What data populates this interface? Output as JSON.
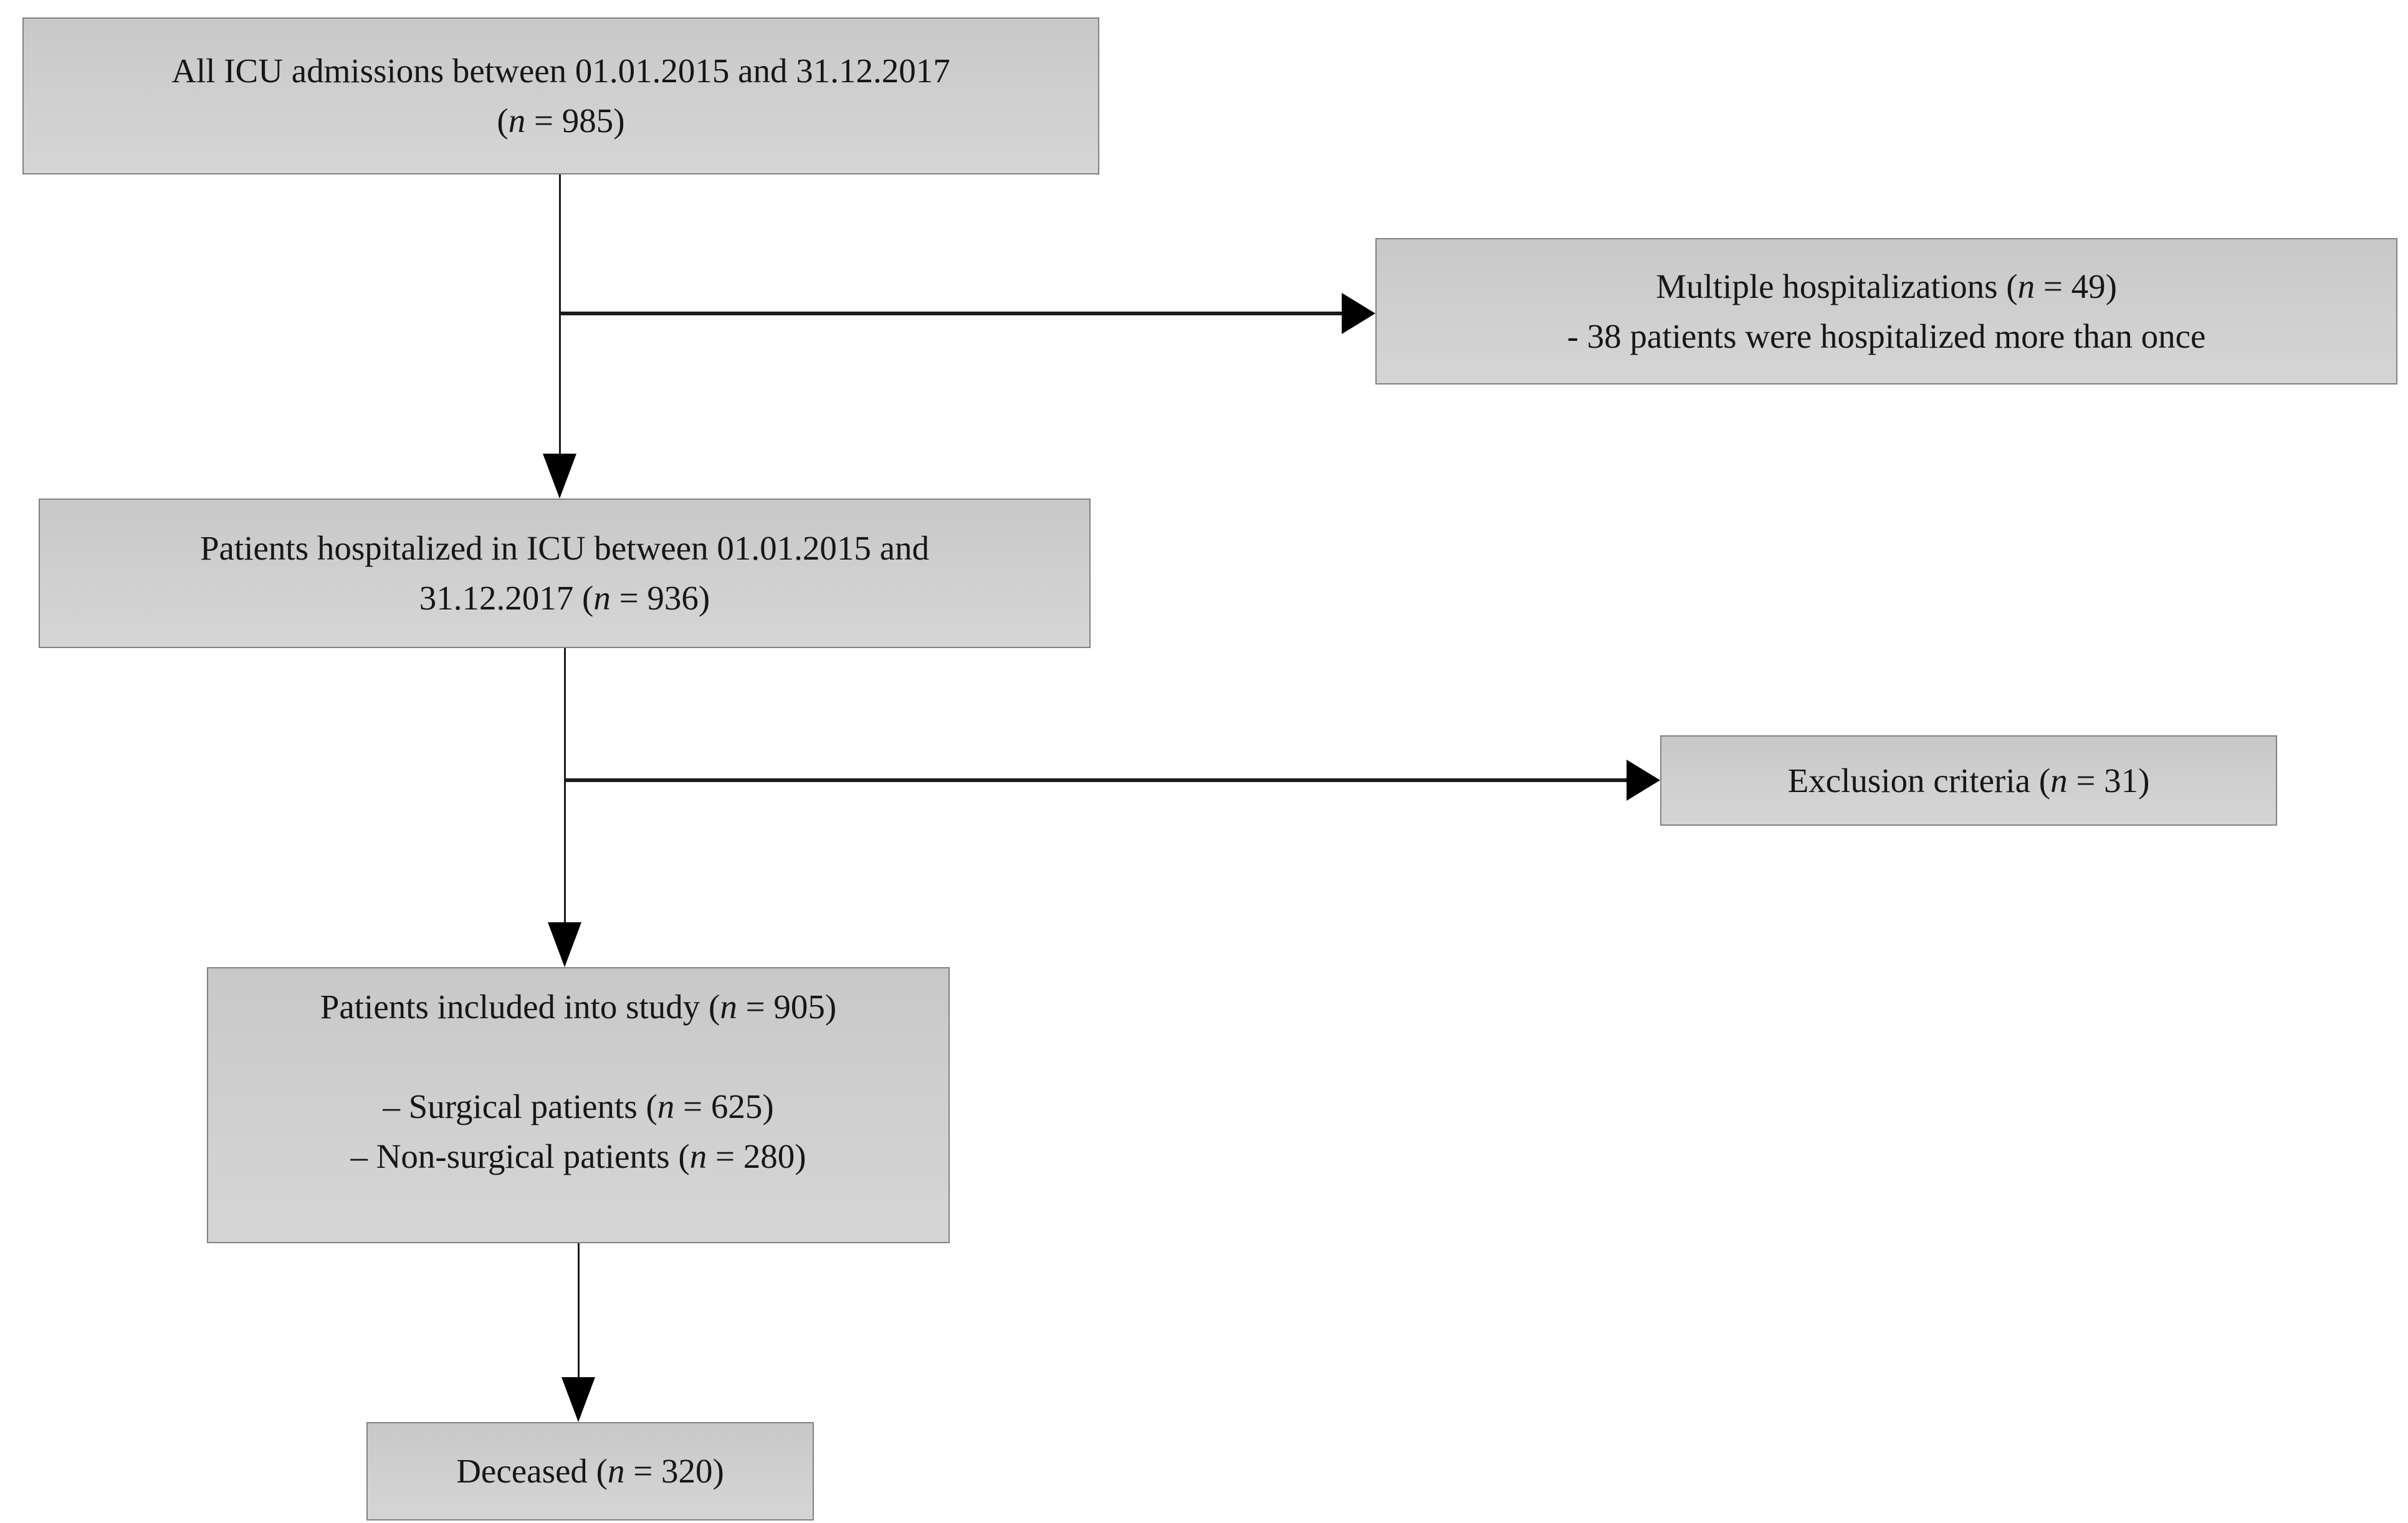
{
  "colors": {
    "page_background": "#ffffff",
    "box_fill_top": "#c8c8c8",
    "box_fill_bottom": "#d5d5d5",
    "box_border": "#818181",
    "connector": "#1c1c1c",
    "arrowhead": "#000000",
    "text": "#161616"
  },
  "boxes": {
    "admissions": {
      "lines": [
        {
          "pre": "All ICU admissions between 01.01.2015 and 31.12.2017",
          "var": "",
          "post": ""
        },
        {
          "pre": "(",
          "var": "n",
          "post": " = 985)"
        }
      ]
    },
    "multiple_hospitalizations": {
      "lines": [
        {
          "pre": "Multiple hospitalizations (",
          "var": "n",
          "post": " = 49)"
        },
        {
          "pre": "- 38 patients were hospitalized more than once",
          "var": "",
          "post": ""
        }
      ]
    },
    "hospitalized": {
      "lines": [
        {
          "pre": "Patients hospitalized in ICU between 01.01.2015 and",
          "var": "",
          "post": ""
        },
        {
          "pre": "31.12.2017 (",
          "var": "n",
          "post": " = 936)"
        }
      ]
    },
    "exclusion": {
      "lines": [
        {
          "pre": "Exclusion criteria (",
          "var": "n",
          "post": " = 31)"
        }
      ]
    },
    "included": {
      "lines": [
        {
          "pre": "Patients included into study (",
          "var": "n",
          "post": " = 905)"
        },
        {
          "pre": "",
          "var": "",
          "post": ""
        },
        {
          "pre": "– Surgical patients (",
          "var": "n",
          "post": " = 625)"
        },
        {
          "pre": "– Non-surgical patients (",
          "var": "n",
          "post": " = 280)"
        }
      ]
    },
    "deceased": {
      "lines": [
        {
          "pre": "Deceased (",
          "var": "n",
          "post": " = 320)"
        }
      ]
    }
  }
}
